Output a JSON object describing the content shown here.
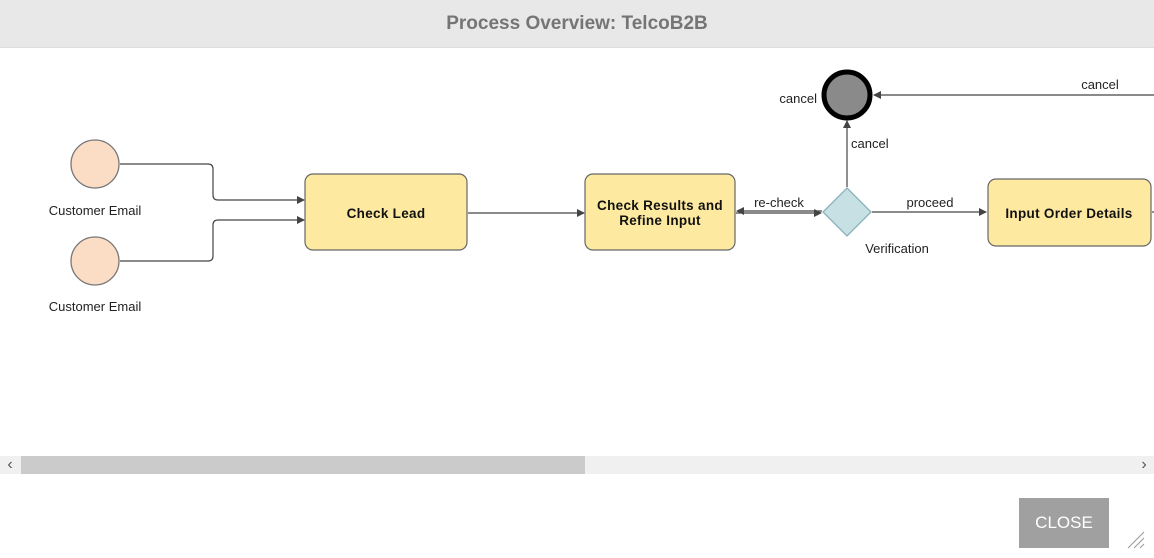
{
  "header": {
    "title": "Process Overview: TelcoB2B"
  },
  "diagram": {
    "start_events": [
      {
        "label": "Customer Email"
      },
      {
        "label": "Customer Email"
      }
    ],
    "tasks": [
      {
        "label": "Check Lead"
      },
      {
        "label_line1": "Check Results and",
        "label_line2": "Refine Input"
      },
      {
        "label": "Input Order Details"
      }
    ],
    "gateway": {
      "label": "Verification"
    },
    "end_event": {
      "label": "cancel"
    },
    "flows": {
      "recheck": "re-check",
      "proceed": "proceed",
      "cancel_up": "cancel",
      "cancel_top": "cancel"
    },
    "colors": {
      "task_fill": "#fdeaa0",
      "start_fill": "#fbdcc5",
      "gateway_fill": "#c6e0e3",
      "end_fill": "#8a8a8a",
      "line": "#444444"
    }
  },
  "scrollbar": {
    "left_icon": "‹",
    "right_icon": "›"
  },
  "footer": {
    "close_label": "CLOSE"
  }
}
